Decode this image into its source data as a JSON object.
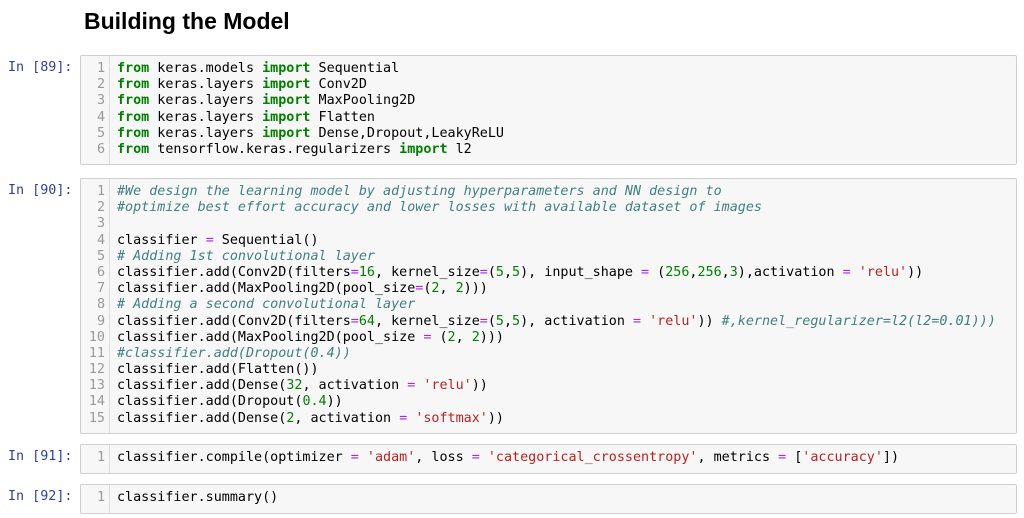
{
  "heading": "Building the Model",
  "cells": [
    {
      "prompt": "In [89]:",
      "lines": [
        [
          [
            "from",
            "kw"
          ],
          [
            " keras.models ",
            ""
          ],
          [
            "import",
            "kw"
          ],
          [
            " Sequential",
            ""
          ]
        ],
        [
          [
            "from",
            "kw"
          ],
          [
            " keras.layers ",
            ""
          ],
          [
            "import",
            "kw"
          ],
          [
            " Conv2D",
            ""
          ]
        ],
        [
          [
            "from",
            "kw"
          ],
          [
            " keras.layers ",
            ""
          ],
          [
            "import",
            "kw"
          ],
          [
            " MaxPooling2D",
            ""
          ]
        ],
        [
          [
            "from",
            "kw"
          ],
          [
            " keras.layers ",
            ""
          ],
          [
            "import",
            "kw"
          ],
          [
            " Flatten",
            ""
          ]
        ],
        [
          [
            "from",
            "kw"
          ],
          [
            " keras.layers ",
            ""
          ],
          [
            "import",
            "kw"
          ],
          [
            " Dense,Dropout,LeakyReLU",
            ""
          ]
        ],
        [
          [
            "from",
            "kw"
          ],
          [
            " tensorflow.keras.regularizers ",
            ""
          ],
          [
            "import",
            "kw"
          ],
          [
            " l2",
            ""
          ]
        ]
      ]
    },
    {
      "prompt": "In [90]:",
      "lines": [
        [
          [
            "#We design the learning model by adjusting hyperparameters and NN design to",
            "cm"
          ]
        ],
        [
          [
            "#optimize best effort accuracy and lower losses with available dataset of images",
            "cm"
          ]
        ],
        [],
        [
          [
            "classifier ",
            ""
          ],
          [
            "=",
            "op"
          ],
          [
            " Sequential()",
            ""
          ]
        ],
        [
          [
            "# Adding 1st convolutional layer",
            "cm"
          ]
        ],
        [
          [
            "classifier.add(Conv2D(filters",
            ""
          ],
          [
            "=",
            "op"
          ],
          [
            "16",
            "n"
          ],
          [
            ", kernel_size",
            ""
          ],
          [
            "=",
            "op"
          ],
          [
            "(",
            ""
          ],
          [
            "5",
            "n"
          ],
          [
            ",",
            ""
          ],
          [
            "5",
            "n"
          ],
          [
            "), input_shape ",
            ""
          ],
          [
            "=",
            "op"
          ],
          [
            " (",
            ""
          ],
          [
            "256",
            "n"
          ],
          [
            ",",
            ""
          ],
          [
            "256",
            "n"
          ],
          [
            ",",
            ""
          ],
          [
            "3",
            "n"
          ],
          [
            "),activation ",
            ""
          ],
          [
            "=",
            "op"
          ],
          [
            " ",
            ""
          ],
          [
            "'relu'",
            "str"
          ],
          [
            "))",
            ""
          ]
        ],
        [
          [
            "classifier.add(MaxPooling2D(pool_size",
            ""
          ],
          [
            "=",
            "op"
          ],
          [
            "(",
            ""
          ],
          [
            "2",
            "n"
          ],
          [
            ", ",
            ""
          ],
          [
            "2",
            "n"
          ],
          [
            ")))",
            ""
          ]
        ],
        [
          [
            "# Adding a second convolutional layer",
            "cm"
          ]
        ],
        [
          [
            "classifier.add(Conv2D(filters",
            ""
          ],
          [
            "=",
            "op"
          ],
          [
            "64",
            "n"
          ],
          [
            ", kernel_size",
            ""
          ],
          [
            "=",
            "op"
          ],
          [
            "(",
            ""
          ],
          [
            "5",
            "n"
          ],
          [
            ",",
            ""
          ],
          [
            "5",
            "n"
          ],
          [
            "), activation ",
            ""
          ],
          [
            "=",
            "op"
          ],
          [
            " ",
            ""
          ],
          [
            "'relu'",
            "str"
          ],
          [
            ")) ",
            ""
          ],
          [
            "#,kernel_regularizer=l2(l2=0.01)))",
            "cm"
          ]
        ],
        [
          [
            "classifier.add(MaxPooling2D(pool_size ",
            ""
          ],
          [
            "=",
            "op"
          ],
          [
            " (",
            ""
          ],
          [
            "2",
            "n"
          ],
          [
            ", ",
            ""
          ],
          [
            "2",
            "n"
          ],
          [
            ")))",
            ""
          ]
        ],
        [
          [
            "#classifier.add(Dropout(0.4))",
            "cm"
          ]
        ],
        [
          [
            "classifier.add(Flatten())",
            ""
          ]
        ],
        [
          [
            "classifier.add(Dense(",
            ""
          ],
          [
            "32",
            "n"
          ],
          [
            ", activation ",
            ""
          ],
          [
            "=",
            "op"
          ],
          [
            " ",
            ""
          ],
          [
            "'relu'",
            "str"
          ],
          [
            "))",
            ""
          ]
        ],
        [
          [
            "classifier.add(Dropout(",
            ""
          ],
          [
            "0.4",
            "n"
          ],
          [
            "))",
            ""
          ]
        ],
        [
          [
            "classifier.add(Dense(",
            ""
          ],
          [
            "2",
            "n"
          ],
          [
            ", activation ",
            ""
          ],
          [
            "=",
            "op"
          ],
          [
            " ",
            ""
          ],
          [
            "'softmax'",
            "str"
          ],
          [
            "))",
            ""
          ]
        ]
      ]
    },
    {
      "prompt": "In [91]:",
      "lines": [
        [
          [
            "classifier.compile(optimizer ",
            ""
          ],
          [
            "=",
            "op"
          ],
          [
            " ",
            ""
          ],
          [
            "'adam'",
            "str"
          ],
          [
            ", loss ",
            ""
          ],
          [
            "=",
            "op"
          ],
          [
            " ",
            ""
          ],
          [
            "'categorical_crossentropy'",
            "str"
          ],
          [
            ", metrics ",
            ""
          ],
          [
            "=",
            "op"
          ],
          [
            " [",
            ""
          ],
          [
            "'accuracy'",
            "str"
          ],
          [
            "])",
            ""
          ]
        ]
      ]
    },
    {
      "prompt": "In [92]:",
      "lines": [
        [
          [
            "classifier.summary()",
            ""
          ]
        ]
      ]
    }
  ]
}
